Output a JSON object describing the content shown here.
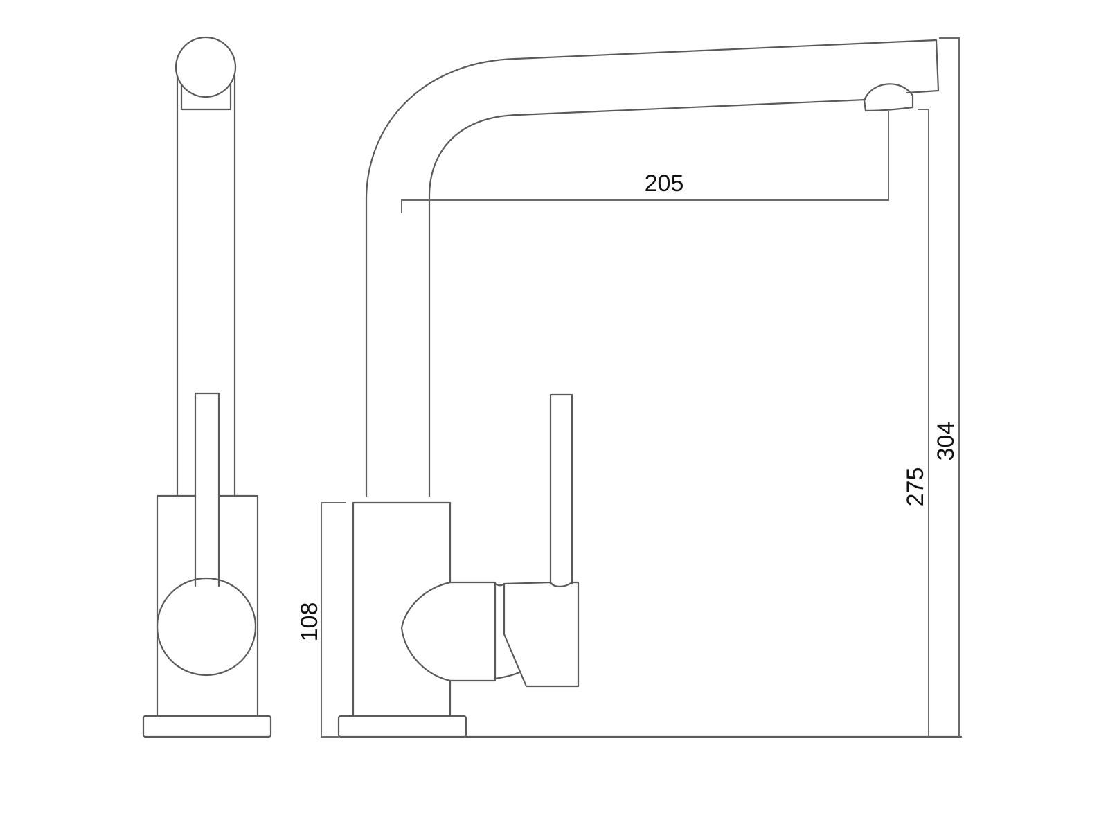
{
  "diagram": {
    "type": "technical-drawing",
    "subject": "kitchen mixer tap (single lever) — side and front elevations",
    "colors": {
      "line": "#5a5a5a",
      "dimension_line": "#6a6a6a",
      "text": "#111111",
      "background": "#ffffff"
    },
    "views": [
      {
        "name": "front-view",
        "parts": [
          "spout-end-circle",
          "spout-column",
          "lever-handle",
          "body",
          "lever-hub-circle",
          "base-plate"
        ]
      },
      {
        "name": "side-view",
        "parts": [
          "curved-spout",
          "aerator-outlet",
          "body",
          "lever-cartridge",
          "lever-handle",
          "base-plate"
        ]
      }
    ],
    "dimensions": {
      "spout_reach": {
        "value": "205",
        "orientation": "horizontal"
      },
      "body_height": {
        "value": "108",
        "orientation": "vertical"
      },
      "outlet_height": {
        "value": "275",
        "orientation": "vertical"
      },
      "overall_height": {
        "value": "304",
        "orientation": "vertical"
      }
    }
  }
}
